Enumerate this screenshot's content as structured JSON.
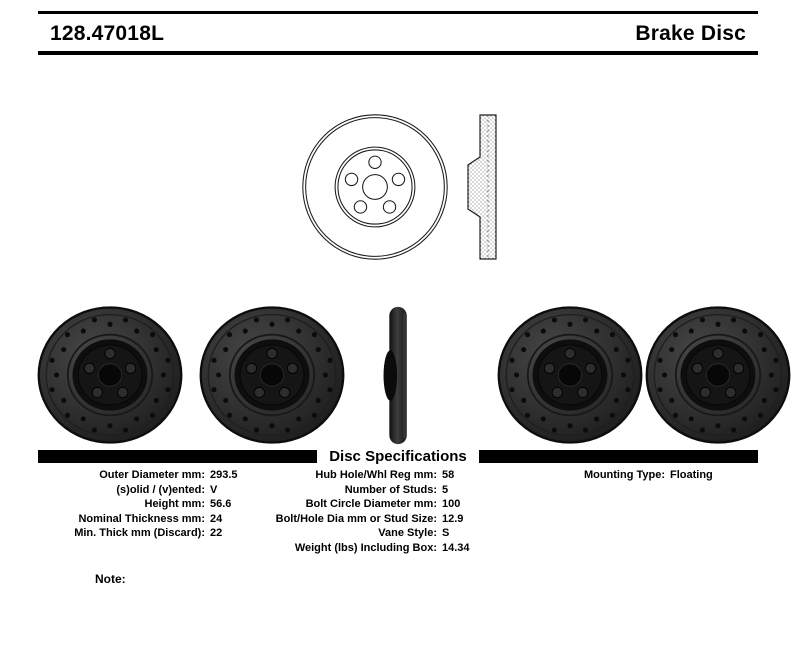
{
  "header": {
    "part_number": "128.47018L",
    "product_type": "Brake Disc"
  },
  "images": {
    "front_drawing": "brake-disc-front-line-drawing",
    "cross_section_drawing": "brake-disc-cross-section-drawing",
    "photo_front_left_1": "drilled-rotor-photo",
    "photo_front_left_2": "drilled-rotor-photo",
    "photo_edge": "rotor-edge-view-photo",
    "photo_front_right_1": "drilled-rotor-photo",
    "photo_front_right_2": "drilled-rotor-photo"
  },
  "specs": {
    "title": "Disc Specifications",
    "left": [
      {
        "label": "Outer Diameter mm:",
        "value": "293.5"
      },
      {
        "label": "(s)olid / (v)ented:",
        "value": "V"
      },
      {
        "label": "Height mm:",
        "value": "56.6"
      },
      {
        "label": "Nominal Thickness mm:",
        "value": "24"
      },
      {
        "label": "Min. Thick mm (Discard):",
        "value": "22"
      }
    ],
    "middle": [
      {
        "label": "Hub Hole/Whl Reg mm:",
        "value": "58"
      },
      {
        "label": "Number of Studs:",
        "value": "5"
      },
      {
        "label": "Bolt Circle Diameter mm:",
        "value": "100"
      },
      {
        "label": "Bolt/Hole Dia mm or Stud Size:",
        "value": "12.9"
      },
      {
        "label": "Vane Style:",
        "value": "S"
      },
      {
        "label": "Weight (lbs) Including Box:",
        "value": "14.34"
      }
    ],
    "right": [
      {
        "label": "Mounting Type:",
        "value": "Floating"
      }
    ],
    "note_label": "Note:"
  }
}
